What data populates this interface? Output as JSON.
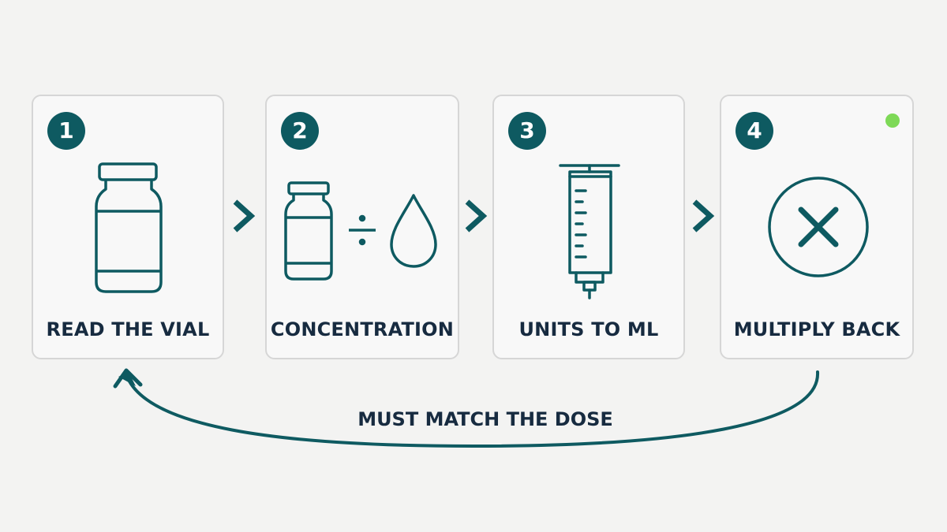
{
  "steps": [
    {
      "number": "1",
      "label": "READ THE VIAL",
      "icon": "vial-icon"
    },
    {
      "number": "2",
      "label": "CONCENTRATION",
      "icon": "vial-divide-drop-icon"
    },
    {
      "number": "3",
      "label": "UNITS TO ML",
      "icon": "syringe-icon"
    },
    {
      "number": "4",
      "label": "MULTIPLY BACK",
      "icon": "x-circle-icon",
      "status_color": "#7ed957"
    }
  ],
  "loop": {
    "label": "MUST MATCH THE DOSE"
  },
  "colors": {
    "accent": "#0e5a61",
    "text": "#172b40",
    "card_border": "#d6d6d6",
    "status": "#7ed957"
  }
}
